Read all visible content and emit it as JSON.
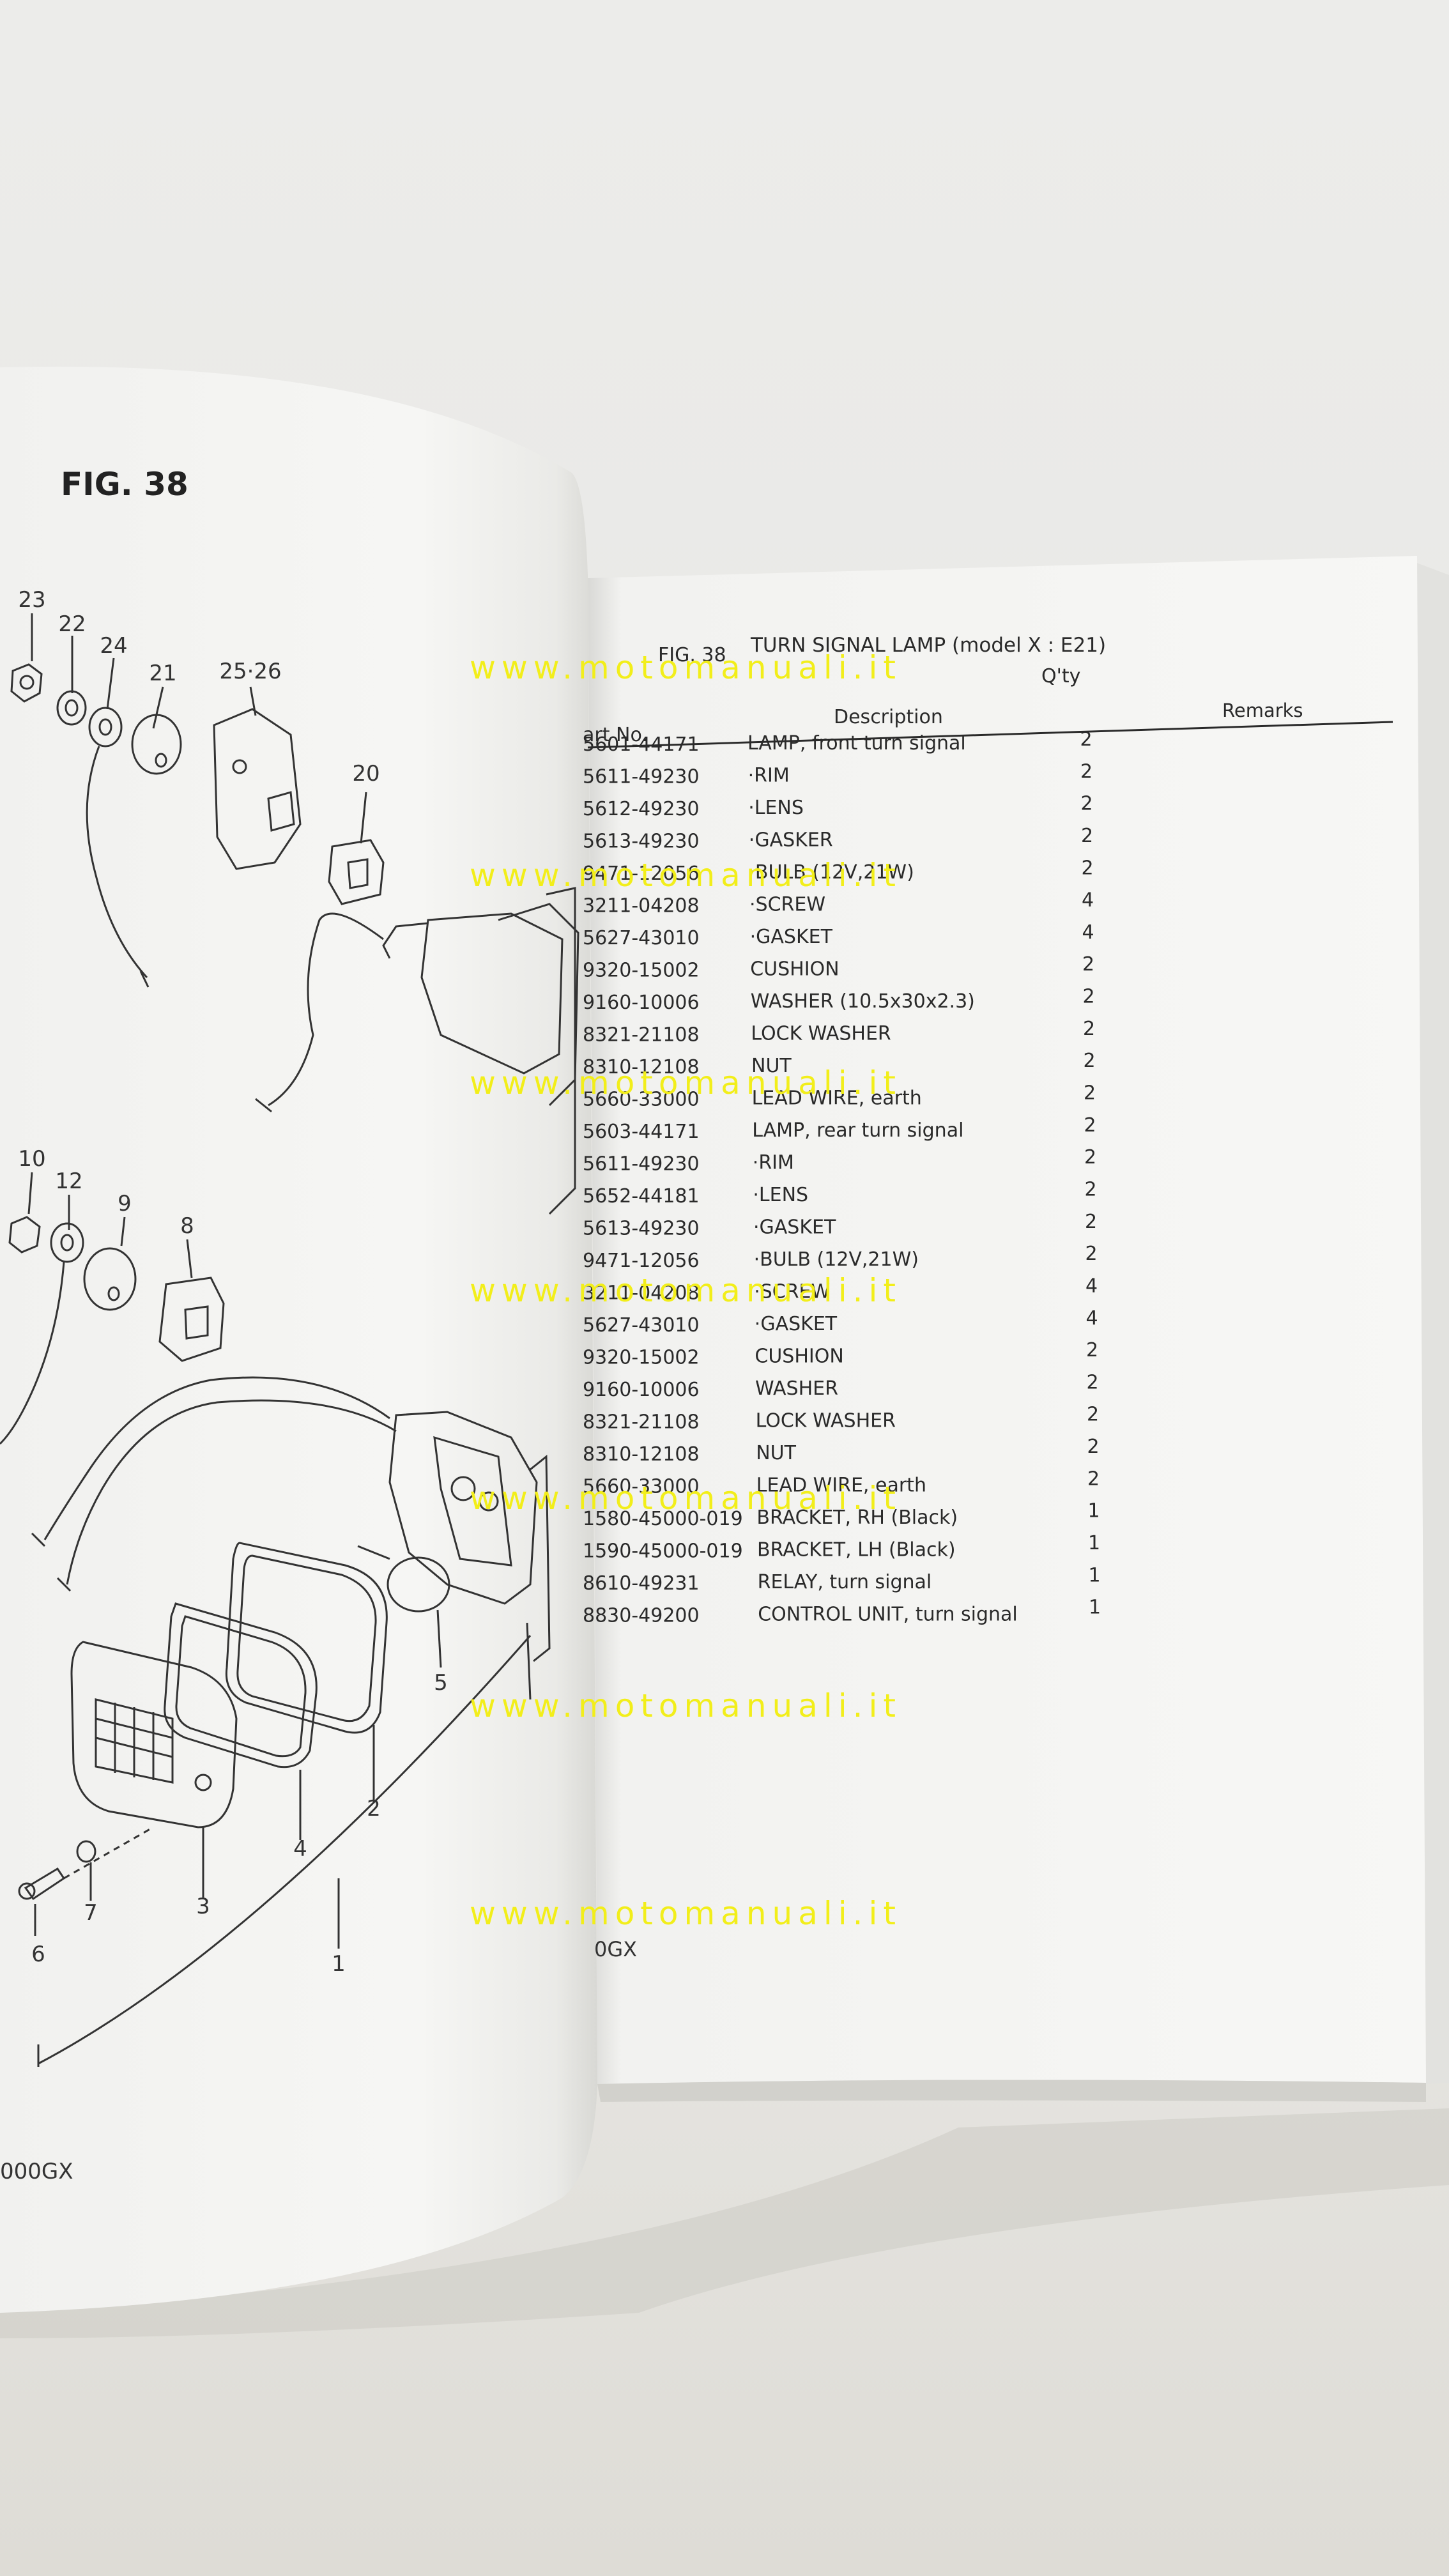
{
  "left_page": {
    "fig_label": "FIG. 38",
    "callouts": [
      "23",
      "22",
      "24",
      "21",
      "25·26",
      "20",
      "10",
      "12",
      "9",
      "8",
      "1",
      "2",
      "3",
      "4",
      "5",
      "6",
      "7"
    ],
    "footer_model": "000GX"
  },
  "right_page": {
    "header": {
      "fig": "FIG. 38",
      "title": "TURN SIGNAL LAMP (model X : E21)",
      "qty_label": "Q'ty",
      "remarks_label": "Remarks"
    },
    "columns": {
      "part_no": "art  No.",
      "description": "Description"
    },
    "rows": [
      {
        "part": "5601-44171",
        "desc": "LAMP, front turn signal",
        "qty": "2"
      },
      {
        "part": "5611-49230",
        "desc": "·RIM",
        "qty": "2"
      },
      {
        "part": "5612-49230",
        "desc": "·LENS",
        "qty": "2"
      },
      {
        "part": "5613-49230",
        "desc": "·GASKER",
        "qty": "2"
      },
      {
        "part": "9471-12056",
        "desc": "·BULB (12V,21W)",
        "qty": "2"
      },
      {
        "part": "3211-04208",
        "desc": "·SCREW",
        "qty": "4"
      },
      {
        "part": "5627-43010",
        "desc": "·GASKET",
        "qty": "4"
      },
      {
        "part": "9320-15002",
        "desc": "CUSHION",
        "qty": "2"
      },
      {
        "part": "9160-10006",
        "desc": "WASHER (10.5x30x2.3)",
        "qty": "2"
      },
      {
        "part": "8321-21108",
        "desc": "LOCK WASHER",
        "qty": "2"
      },
      {
        "part": "8310-12108",
        "desc": "NUT",
        "qty": "2"
      },
      {
        "part": "5660-33000",
        "desc": "LEAD WIRE, earth",
        "qty": "2"
      },
      {
        "part": "5603-44171",
        "desc": "LAMP, rear turn signal",
        "qty": "2"
      },
      {
        "part": "5611-49230",
        "desc": "·RIM",
        "qty": "2"
      },
      {
        "part": "5652-44181",
        "desc": "·LENS",
        "qty": "2"
      },
      {
        "part": "5613-49230",
        "desc": "·GASKET",
        "qty": "2"
      },
      {
        "part": "9471-12056",
        "desc": "·BULB (12V,21W)",
        "qty": "2"
      },
      {
        "part": "3211-04208",
        "desc": "·SCREW",
        "qty": "4"
      },
      {
        "part": "5627-43010",
        "desc": "·GASKET",
        "qty": "4"
      },
      {
        "part": "9320-15002",
        "desc": "CUSHION",
        "qty": "2"
      },
      {
        "part": "9160-10006",
        "desc": "WASHER",
        "qty": "2"
      },
      {
        "part": "8321-21108",
        "desc": "LOCK WASHER",
        "qty": "2"
      },
      {
        "part": "8310-12108",
        "desc": "NUT",
        "qty": "2"
      },
      {
        "part": "5660-33000",
        "desc": "LEAD WIRE, earth",
        "qty": "2"
      },
      {
        "part": "1580-45000-019",
        "desc": "BRACKET, RH (Black)",
        "qty": "1"
      },
      {
        "part": "1590-45000-019",
        "desc": "BRACKET, LH (Black)",
        "qty": "1"
      },
      {
        "part": "8610-49231",
        "desc": "RELAY, turn signal",
        "qty": "1"
      },
      {
        "part": "8830-49200",
        "desc": "CONTROL UNIT, turn signal",
        "qty": "1"
      }
    ],
    "footer_model": "0GX"
  },
  "watermarks": [
    "www.motomanuali.it",
    "www.motomanuali.it",
    "www.motomanuali.it",
    "www.motomanuali.it",
    "www.motomanuali.it",
    "www.motomanuali.it",
    "www.motomanuali.it"
  ]
}
